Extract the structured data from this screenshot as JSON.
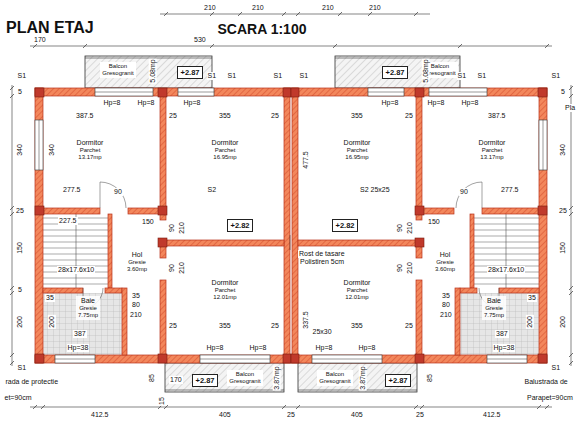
{
  "diagram": {
    "title": "PLAN ETAJ",
    "nodes": [
      {
        "text": [
          "Balcon",
          "Gresogranit"
        ]
      },
      {
        "text": [
          "+2.87"
        ]
      },
      {
        "text": [
          "Balcon",
          "Gresogranit"
        ]
      },
      {
        "text": [
          "+2.87"
        ]
      },
      {
        "text": [
          "Dormitor",
          "Parchet",
          "13.17mp"
        ]
      },
      {
        "text": [
          "Dormitor",
          "Parchet",
          "16.95mp"
        ]
      },
      {
        "text": [
          "Dormitor",
          "Parchet",
          "16.95mp"
        ]
      },
      {
        "text": [
          "Dormitor",
          "Parchet",
          "13.17mp"
        ]
      },
      {
        "text": [
          "+2.82"
        ]
      },
      {
        "text": [
          "+2.82"
        ]
      },
      {
        "text": [
          "Hol",
          "Gresie",
          "3.60mp"
        ]
      },
      {
        "text": [
          "Hol",
          "Gresie",
          "3.60mp"
        ]
      },
      {
        "text": [
          "Dormitor",
          "Parchet",
          "12.01mp"
        ]
      },
      {
        "text": [
          "Dormitor",
          "Parchet",
          "12.01mp"
        ]
      },
      {
        "text": [
          "Baie",
          "Gresie",
          "7.75mp"
        ]
      },
      {
        "text": [
          "Baie",
          "Gresie",
          "7.75mp"
        ]
      },
      {
        "text": [
          "Balcon",
          "Gresogranit"
        ]
      },
      {
        "text": [
          "+2.87"
        ]
      },
      {
        "text": [
          "Balcon",
          "Gresogranit"
        ]
      },
      {
        "text": [
          "+2.87"
        ]
      }
    ],
    "labels": [
      "SCARA 1:100",
      "170",
      "530",
      "210",
      "210",
      "210",
      "210",
      "5.08mp",
      "5.08mp",
      "S1",
      "S1",
      "S1",
      "S1",
      "S1",
      "S1",
      "S1",
      "S1",
      "5",
      "340",
      "25",
      "150",
      "5",
      "200",
      "5",
      "340",
      "25",
      "150",
      "200",
      "Hp=8",
      "Hp=8",
      "387.5",
      "340",
      "277.5",
      "90",
      "Hp=8",
      "355",
      "25",
      "25",
      "S2",
      "90",
      "210",
      "227.5",
      "150",
      "28x17.6x10",
      "90",
      "210",
      "25",
      "355",
      "25",
      "Hp=8",
      "Hp=8",
      "35",
      "200",
      "387",
      "80",
      "210",
      "35",
      "Hp=38",
      "Rost de tasare",
      "Polistiren 5cm",
      "477.5",
      "S2 25x25",
      "337.5",
      "25x30",
      "Hp=8",
      "Hp=8",
      "Hp=8",
      "355",
      "387.5",
      "25",
      "277.5",
      "90",
      "90",
      "210",
      "150",
      "28x17.6x10",
      "90",
      "210",
      "355",
      "25",
      "Hp=8",
      "Hp=8",
      "35",
      "80",
      "210",
      "387",
      "200",
      "35",
      "Hp=38",
      "Pla",
      "rada de protectie",
      "et=90cm",
      "Balustrada de",
      "Parapet=90cm",
      "85",
      "170",
      "3.87mp",
      "3.87mp",
      "85",
      "15",
      "412.5",
      "405",
      "25",
      "405",
      "25",
      "412.5",
      "S1",
      "S1"
    ]
  }
}
